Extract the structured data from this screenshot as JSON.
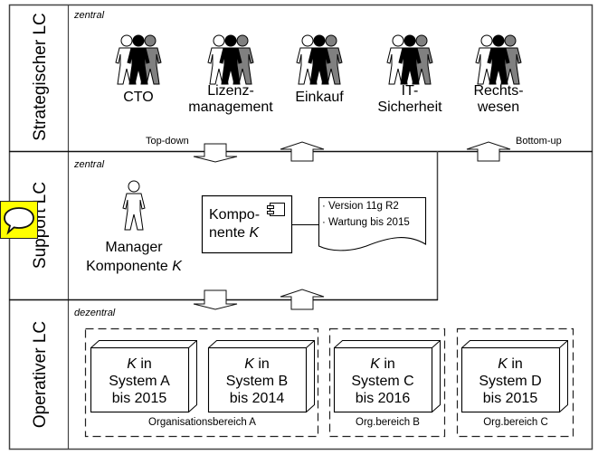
{
  "lanes": [
    {
      "id": "strategic",
      "title": "Strategischer LC",
      "scope": "zentral"
    },
    {
      "id": "support",
      "title": "Support LC",
      "scope": "zentral"
    },
    {
      "id": "operative",
      "title": "Operativer LC",
      "scope": "dezentral"
    }
  ],
  "strategic_roles": [
    {
      "label_line1": "CTO",
      "label_line2": ""
    },
    {
      "label_line1": "Lizenz-",
      "label_line2": "management"
    },
    {
      "label_line1": "Einkauf",
      "label_line2": ""
    },
    {
      "label_line1": "IT-",
      "label_line2": "Sicherheit"
    },
    {
      "label_line1": "Rechts-",
      "label_line2": "wesen"
    }
  ],
  "flows": {
    "top_down": "Top-down",
    "bottom_up": "Bottom-up"
  },
  "support": {
    "manager_line1": "Manager",
    "manager_line2": "Komponente",
    "manager_var": "K",
    "component_line1": "Kompo-",
    "component_line2": "nente",
    "component_var": "K",
    "note_items": [
      "· Version 11g R2",
      "· Wartung bis 2015"
    ]
  },
  "operative": {
    "systems": [
      {
        "var": "K",
        "in": " in",
        "system": "System A",
        "until": "bis 2015"
      },
      {
        "var": "K",
        "in": " in",
        "system": "System B",
        "until": "bis 2014"
      },
      {
        "var": "K",
        "in": " in",
        "system": "System C",
        "until": "bis 2016"
      },
      {
        "var": "K",
        "in": " in",
        "system": "System D",
        "until": "bis 2015"
      }
    ],
    "org_units": [
      "Organisationsbereich A",
      "Org.bereich B",
      "Org.bereich C"
    ]
  },
  "colors": {
    "comment_badge": "#ffff00",
    "person_gray": "#808080",
    "line": "#000000"
  }
}
